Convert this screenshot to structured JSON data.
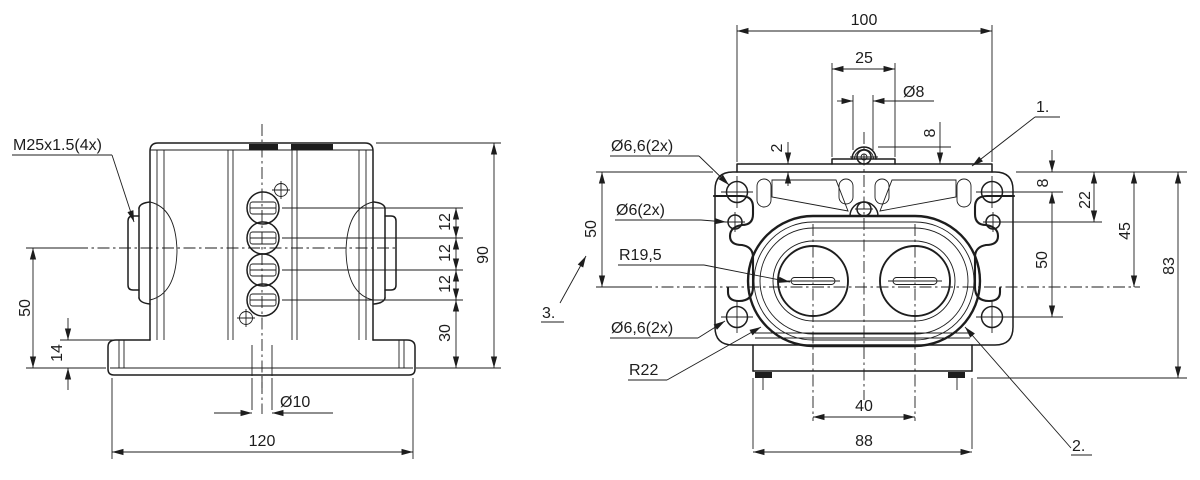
{
  "drawing_type": "two-view mechanical part drawing of a terminal junction box",
  "front": {
    "thread_label": "M25x1.5(4x)",
    "dim_width": "120",
    "dim_pin_dia": "Ø10",
    "dim_height": "90",
    "dim_base_offset": "30",
    "dim_pitch_1": "12",
    "dim_pitch_2": "12",
    "dim_pitch_3": "12",
    "dim_center_height": "50",
    "dim_flange_thickness": "14"
  },
  "top": {
    "dim_cover_width": "100",
    "dim_slot_width": "25",
    "dim_screw_dia": "Ø8",
    "dim_boss_height": "8",
    "dim_plate_thickness": "2",
    "dim_side_height": "50",
    "dim_hole_offset": "8",
    "dim_side_hole_offset": "22",
    "dim_center_offset": "45",
    "dim_hole_spacing": "50",
    "dim_overall_depth": "83",
    "dim_circle_spacing": "40",
    "dim_skirt_width": "88",
    "label_corner_holes_top": "Ø6,6(2x)",
    "label_side_holes": "Ø6(2x)",
    "label_radius_inner": "R19,5",
    "label_corner_holes_bottom": "Ø6,6(2x)",
    "label_radius_outer": "R22",
    "ref_1": "1.",
    "ref_2": "2.",
    "ref_3": "3."
  },
  "colors": {
    "ink": "#1d1d1d",
    "background": "#ffffff"
  }
}
